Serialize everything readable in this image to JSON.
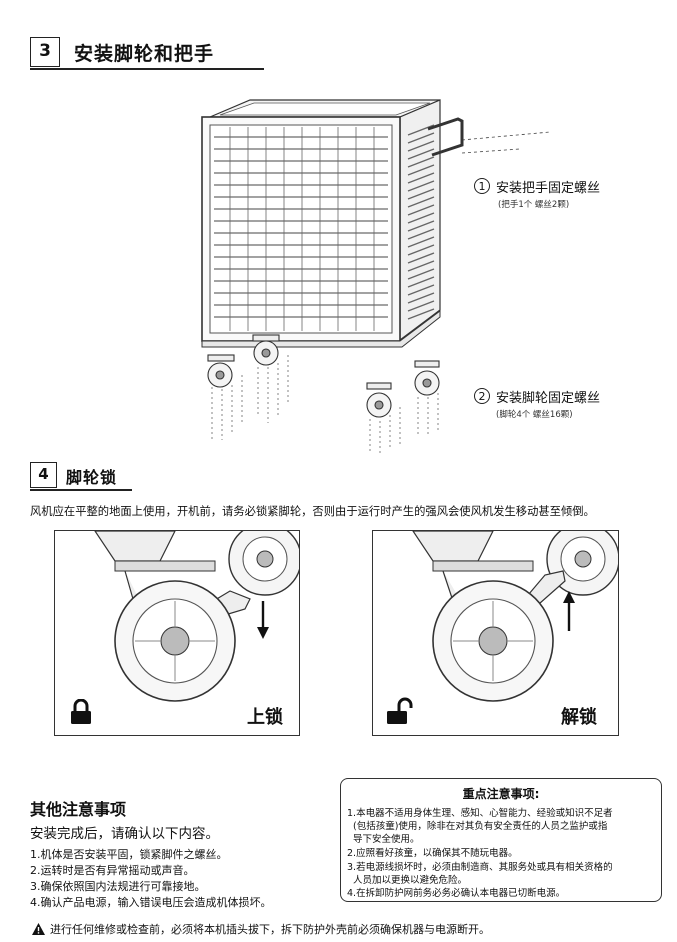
{
  "section3": {
    "number": "3",
    "title": "安装脚轮和把手",
    "callout1": {
      "num": "1",
      "label": "安装把手固定螺丝",
      "note": "(把手1个 螺丝2颗)"
    },
    "callout2": {
      "num": "2",
      "label": "安装脚轮固定螺丝",
      "note": "(脚轮4个 螺丝16颗)"
    }
  },
  "section4": {
    "number": "4",
    "title": "脚轮锁",
    "warning": "风机应在平整的地面上使用，开机前，请务必锁紧脚轮，否则由于运行时产生的强风会使风机发生移动甚至倾倒。",
    "lock_label": "上锁",
    "unlock_label": "解锁"
  },
  "other_notes": {
    "title": "其他注意事项",
    "subtitle": "安装完成后，请确认以下内容。",
    "items": [
      "1.机体是否安装平固，锁紧脚件之螺丝。",
      "2.运转时是否有异常摇动或声音。",
      "3.确保依照国内法规进行可靠接地。",
      "4.确认产品电源，输入错误电压会造成机体损坏。"
    ]
  },
  "key_notes": {
    "title": "重点注意事项:",
    "lines": [
      "1.本电器不适用身体生理、感知、心智能力、经验或知识不足者",
      "(包括孩童)使用，除非在对其负有安全责任的人员之监护或指",
      "导下安全使用。",
      "2.应照看好孩童，以确保其不随玩电器。",
      "3.若电源线损坏时，必须由制造商、其服务处或具有相关资格的",
      "人员加以更换以避免危险。",
      "4.在拆卸防护网前务必务必确认本电器已切断电源。"
    ]
  },
  "footer": {
    "text": "进行任何维修或检查前，必须将本机插头拔下，拆下防护外壳前必须确保机器与电源断开。"
  }
}
